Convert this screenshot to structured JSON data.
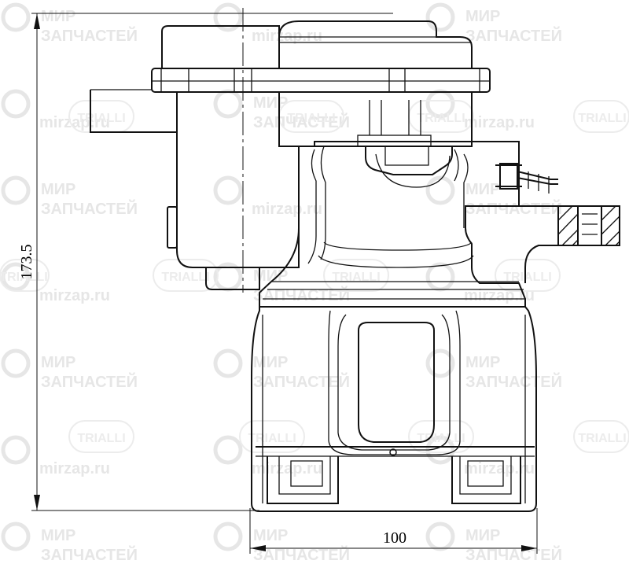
{
  "drawing": {
    "dimension_height": "173.5",
    "dimension_width": "100"
  },
  "watermarks": {
    "mir_line1": "МИР",
    "mir_line2": "ЗАПЧАСТЕЙ",
    "site": "mirzap.ru",
    "brand": "TRIALLI"
  },
  "colors": {
    "line": "#111111",
    "watermark": "#e6e6e6",
    "background": "#ffffff"
  }
}
